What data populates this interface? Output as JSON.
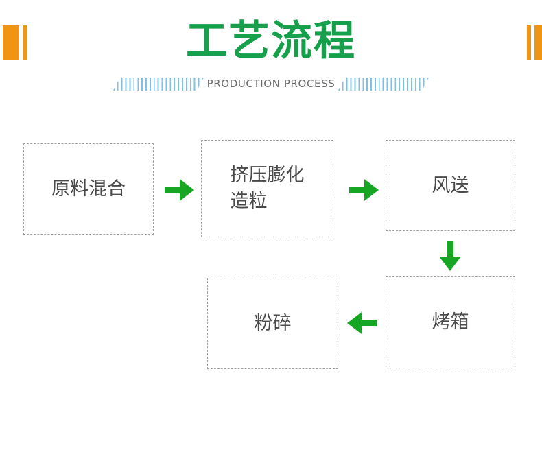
{
  "header": {
    "title": "工艺流程",
    "subtitle": "PRODUCTION PROCESS",
    "title_color": "#16a04b",
    "subtitle_color": "#6b6b6b",
    "decoration_color": "#f09413",
    "hatch_color": "#7dc0ea"
  },
  "flow": {
    "arrow_color": "#17a524",
    "box_border_color": "#a0a0a0",
    "box_text_color": "#4a4a4a",
    "steps": [
      {
        "id": "mix",
        "label": "原料混合",
        "order": 1
      },
      {
        "id": "extrude",
        "label": "挤压膨化\n造粒",
        "order": 2
      },
      {
        "id": "air-convey",
        "label": "风送",
        "order": 3
      },
      {
        "id": "oven",
        "label": "烤箱",
        "order": 4
      },
      {
        "id": "crush",
        "label": "粉碎",
        "order": 5
      }
    ],
    "connectors": [
      {
        "id": "mix-to-extrude",
        "direction": "right"
      },
      {
        "id": "extrude-to-convey",
        "direction": "right"
      },
      {
        "id": "convey-to-oven",
        "direction": "down"
      },
      {
        "id": "oven-to-crush",
        "direction": "left"
      }
    ]
  }
}
